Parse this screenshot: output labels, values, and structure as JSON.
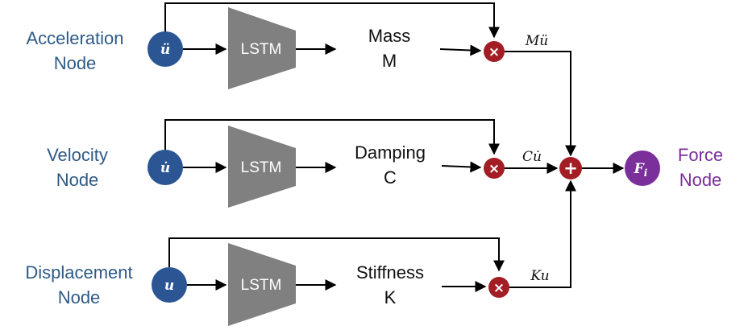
{
  "rows": [
    {
      "node_label_line1": "Acceleration",
      "node_label_line2": "Node",
      "node_symbol": "ü",
      "lstm_label": "LSTM",
      "param_line1": "Mass",
      "param_line2": "M",
      "product_label": "Mü"
    },
    {
      "node_label_line1": "Velocity",
      "node_label_line2": "Node",
      "node_symbol": "u̇",
      "lstm_label": "LSTM",
      "param_line1": "Damping",
      "param_line2": "C",
      "product_label": "Cu̇"
    },
    {
      "node_label_line1": "Displacement",
      "node_label_line2": "Node",
      "node_symbol": "u",
      "lstm_label": "LSTM",
      "param_line1": "Stiffness",
      "param_line2": "K",
      "product_label": "Ku"
    }
  ],
  "multiply_symbol": "×",
  "sum_symbol": "+",
  "output": {
    "symbol_main": "F",
    "symbol_sub": "i",
    "label_line1": "Force",
    "label_line2": "Node"
  },
  "colors": {
    "input_node": "#2b5593",
    "operator": "#a31d24",
    "output_node": "#7b2f9a",
    "lstm": "#808080"
  }
}
